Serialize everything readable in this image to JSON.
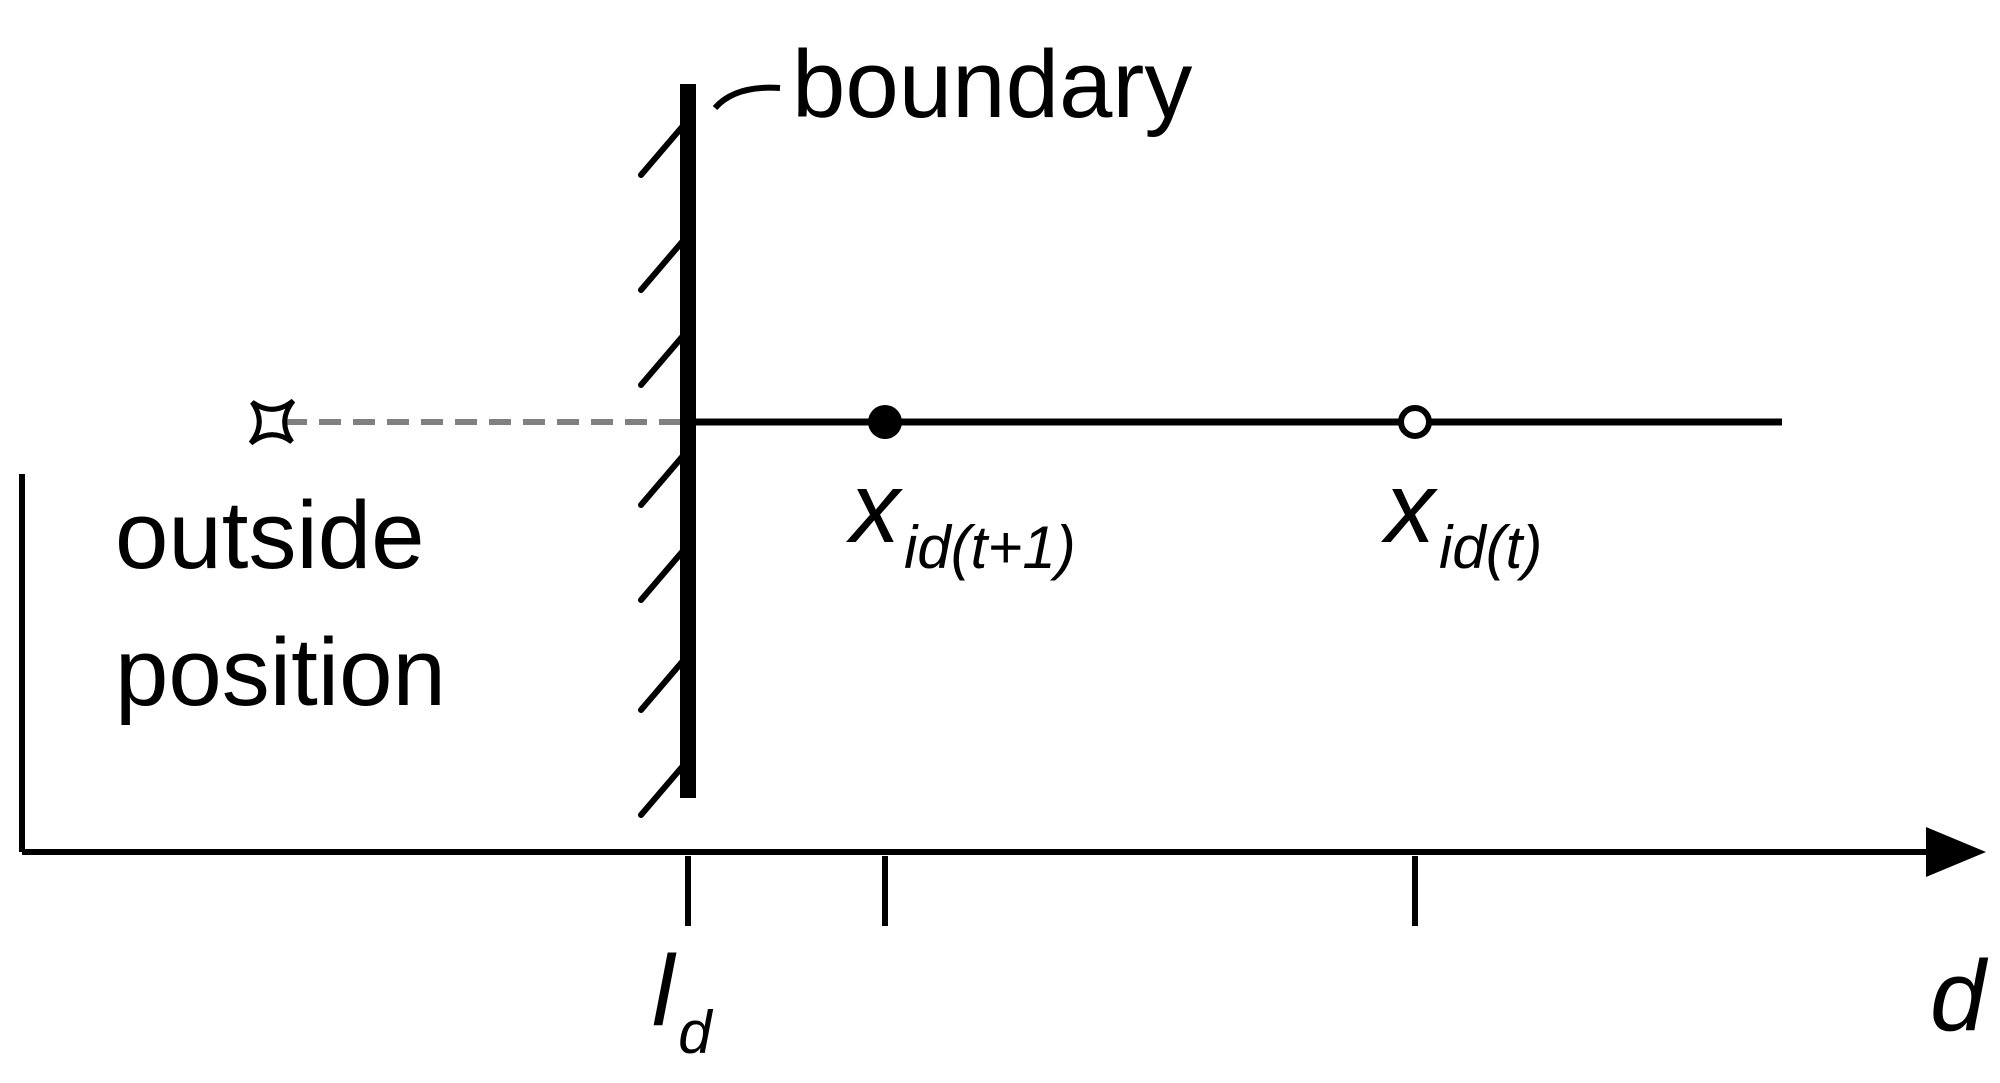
{
  "labels": {
    "boundary": "boundary",
    "outside_line1": "outside",
    "outside_line2": "position",
    "axis_name": "d",
    "tick_boundary_main": "l",
    "tick_boundary_sub": "d",
    "point_next_main": "x",
    "point_next_sub": "id(t+1)",
    "point_current_main": "x",
    "point_current_sub": "id(t)"
  },
  "colors": {
    "ink": "#000000",
    "dashed_line": "#808080",
    "background": "#ffffff",
    "open_marker_fill": "#ffffff"
  },
  "markers": {
    "outside_position": "four-point-star-icon",
    "next_position": "filled-circle",
    "current_position": "open-circle"
  }
}
